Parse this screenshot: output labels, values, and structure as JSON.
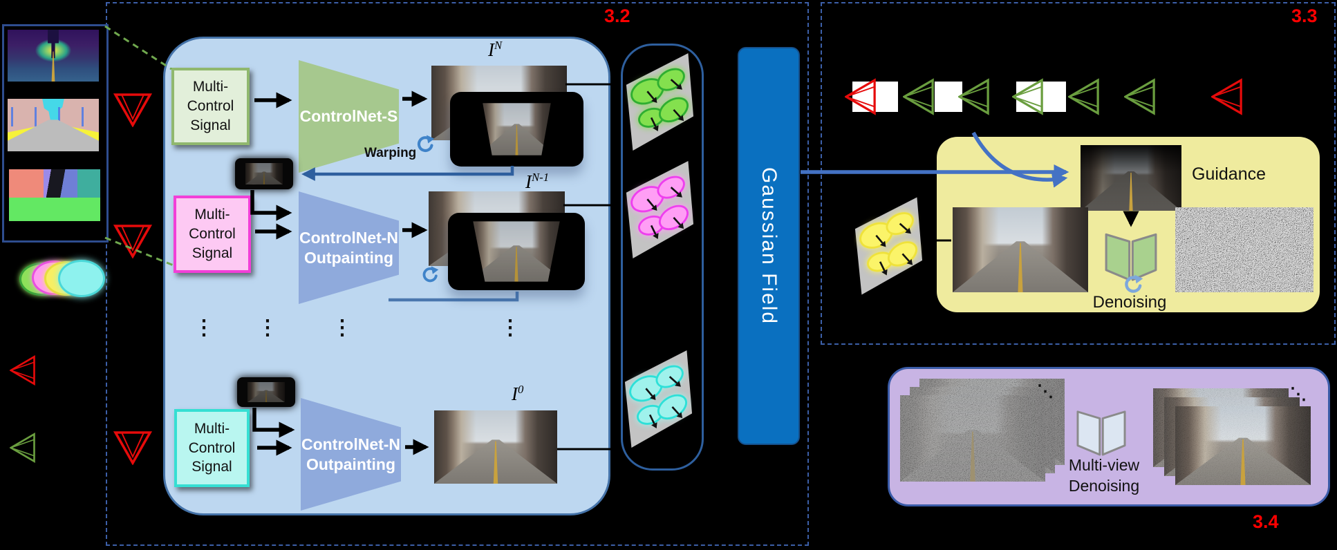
{
  "figure": {
    "section_labels": {
      "pipeline": "3.2",
      "guidance": "3.3",
      "multiview": "3.4"
    },
    "pipeline": {
      "warping_label": "Warping",
      "rows": [
        {
          "control_label": "Multi-\nControl\nSignal",
          "net_label": "ControlNet-S",
          "img_base": "I",
          "img_sup": "N"
        },
        {
          "control_label": "Multi-\nControl\nSignal",
          "net_label": "ControlNet-N\nOutpainting",
          "img_base": "I",
          "img_sup": "N-1"
        },
        {
          "control_label": "Multi-\nControl\nSignal",
          "net_label": "ControlNet-N\nOutpainting",
          "img_base": "I",
          "img_sup": "0"
        }
      ]
    },
    "gaussian_field_label": "Gaussian Field",
    "guidance_panel": {
      "guidance_label": "Guidance",
      "denoising_label": "Denoising"
    },
    "multiview_panel": {
      "label_line1": "Multi-view",
      "label_line2": "Denoising"
    },
    "ellipsis_vertical": "⋮",
    "ellipsis_diagonal": "⋱",
    "icons": {
      "camera_red": "red-camera-frustum",
      "camera_green": "green-camera-frustum",
      "control_signals": [
        "depth-map",
        "semantic-map",
        "normal-map"
      ],
      "gaussian_legend": [
        "green-ellipse",
        "magenta-ellipse",
        "yellow-ellipse",
        "cyan-ellipse"
      ]
    },
    "colors": {
      "section_label": "#ff0000",
      "pipeline_box_fill": "#bdd7f0",
      "controlnet_s_fill": "#a6c88e",
      "controlnet_n_fill": "#8faadc",
      "control_box_fills": [
        "#e2efda",
        "#fdc9f3",
        "#b9f6f0"
      ],
      "control_box_borders": [
        "#90b86e",
        "#f23fd8",
        "#35dfd3"
      ],
      "gaussian_field_fill": "#0a70c0",
      "yellow_box_fill": "#efeb9e",
      "purple_box_fill": "#c8b4e4",
      "camera_red": "#e60b0b",
      "camera_green": "#6a9e3f",
      "arrow_blue": "#4472c4",
      "arrow_dark_blue": "#2e5f9e",
      "dashed_border": "#3c5fa8",
      "gauss_green": {
        "fill": "#84e04e",
        "stroke": "#2fae31"
      },
      "gauss_magenta": {
        "fill": "#ff9ef5",
        "stroke": "#ee3fee"
      },
      "gauss_cyan": {
        "fill": "#9ff2ec",
        "stroke": "#2ee0d8"
      },
      "gauss_yellow": {
        "fill": "#fbf469",
        "stroke": "#efe23b"
      }
    }
  }
}
